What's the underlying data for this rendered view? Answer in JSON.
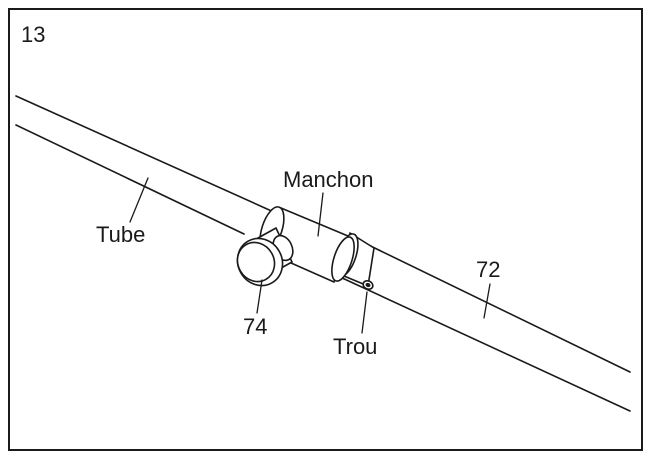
{
  "step_number": "13",
  "labels": {
    "tube": "Tube",
    "manchon": "Manchon",
    "part_72": "72",
    "part_74": "74",
    "trou": "Trou"
  }
}
